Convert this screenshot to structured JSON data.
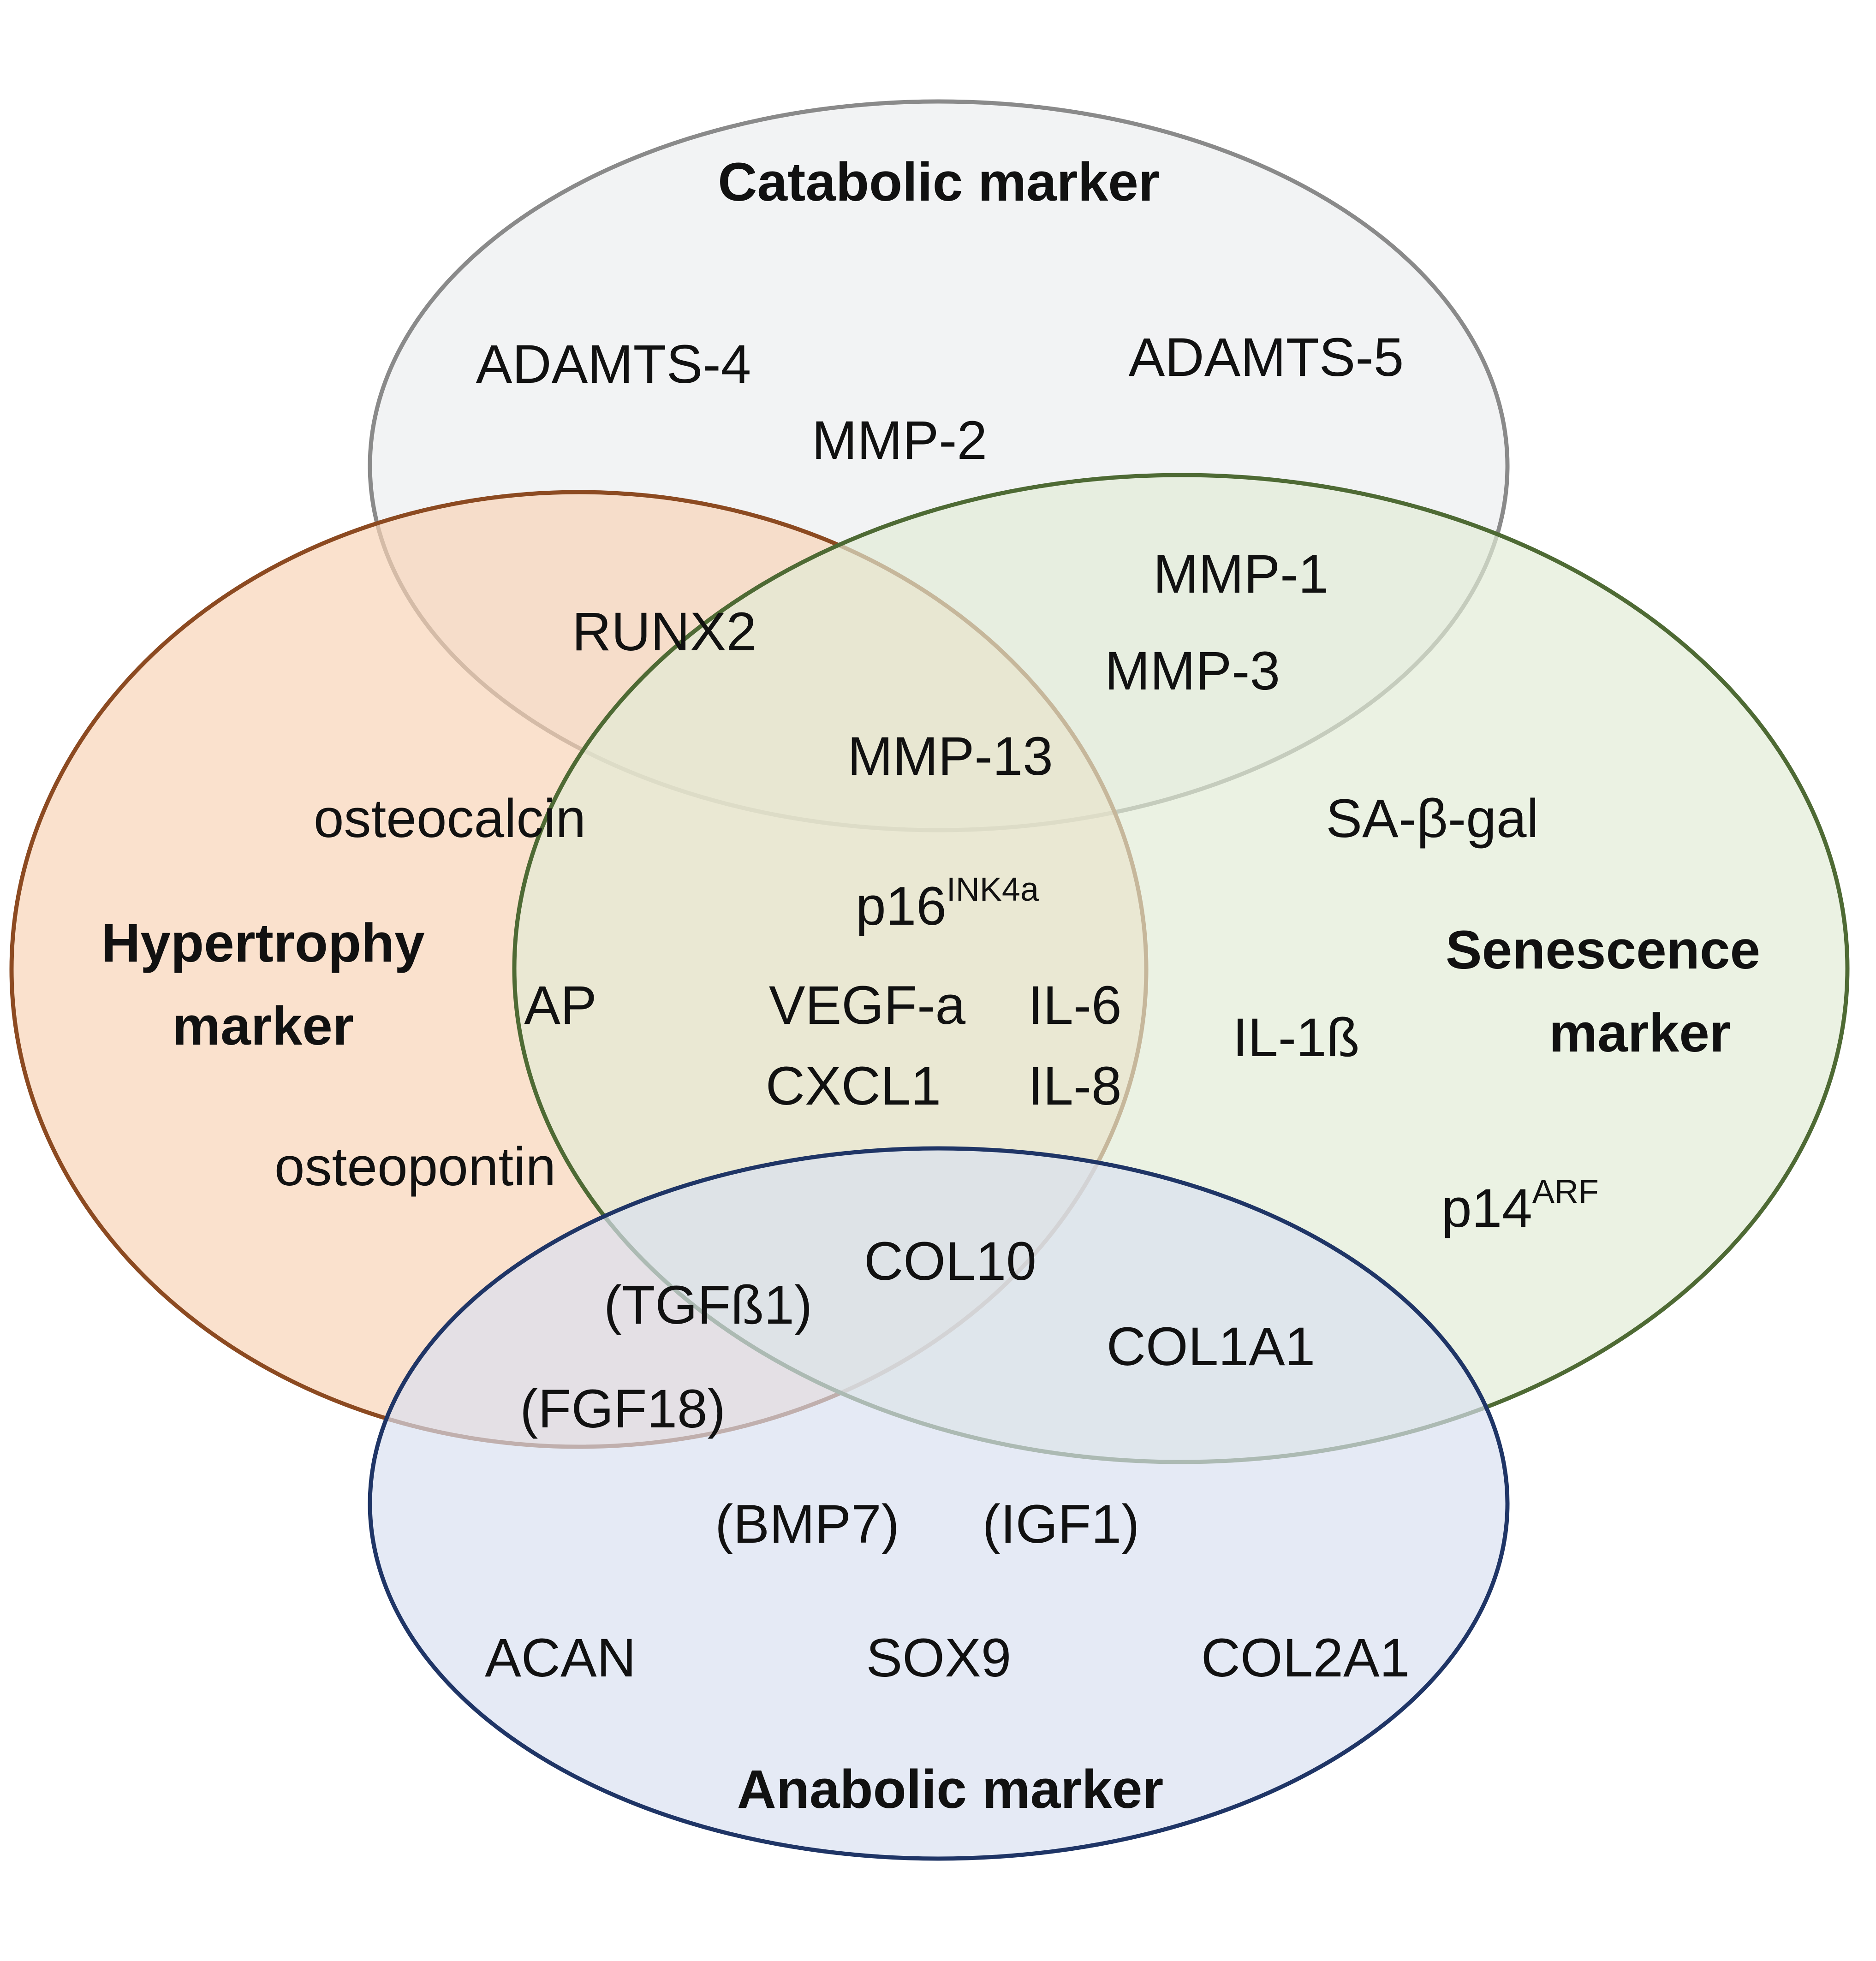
{
  "sets": {
    "catabolic": {
      "title": "Catabolic marker",
      "fill": "#eceeef",
      "stroke": "#8a8a8a"
    },
    "hypertrophy": {
      "title_line1": "Hypertrophy",
      "title_line2": "marker",
      "fill": "#f7d3b6",
      "stroke": "#8c4a21"
    },
    "senescence": {
      "title_line1": "Senescence",
      "title_line2": "marker",
      "fill": "#e1ecd6",
      "stroke": "#4e6a34"
    },
    "anabolic": {
      "title": "Anabolic marker",
      "fill": "#d9e0f0",
      "stroke": "#1f3566"
    }
  },
  "markers": {
    "adamts4": "ADAMTS-4",
    "adamts5": "ADAMTS-5",
    "mmp2": "MMP-2",
    "runx2": "RUNX2",
    "mmp1": "MMP-1",
    "mmp3": "MMP-3",
    "mmp13": "MMP-13",
    "osteocalcin": "osteocalcin",
    "sa_beta_gal": "SA-β-gal",
    "p16": {
      "base": "p16",
      "sup": "INK4a"
    },
    "ap": "AP",
    "vegfa": "VEGF-a",
    "il6": "IL-6",
    "cxcl1": "CXCL1",
    "il8": "IL-8",
    "il1b": "IL-1ß",
    "osteopontin": "osteopontin",
    "p14": {
      "base": "p14",
      "sup": "ARF"
    },
    "col10": "COL10",
    "tgfb1": "(TGFß1)",
    "col1a1": "COL1A1",
    "fgf18": "(FGF18)",
    "bmp7": "(BMP7)",
    "igf1": "(IGF1)",
    "acan": "ACAN",
    "sox9": "SOX9",
    "col2a1": "COL2A1"
  }
}
